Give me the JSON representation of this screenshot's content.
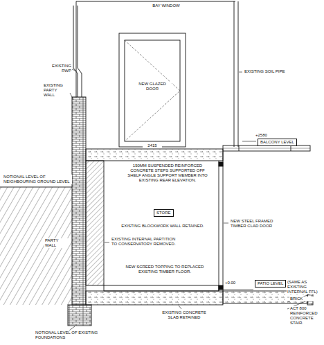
{
  "diagram": {
    "nodes": [
      {
        "text": [
          "BALCONY LEVEL"
        ]
      },
      {
        "text": [
          "STORE"
        ]
      },
      {
        "text": [
          "PATIO LEVEL"
        ]
      }
    ],
    "labels": [
      "BAY WINDOW",
      "EXISTING RWP",
      "EXISTING PARTY WALL",
      "NEW GLAZED DOOR",
      "EXISTING SOIL PIPE",
      "+2580",
      "2415",
      "NOTIONAL LEVEL OF NEIGHBOURING GROUND LEVEL",
      "150MM SUSPENDED REINFORCED CONCRETE STEPS SUPPORTED OFF SHELF ANGLE SUPPORT MEMBER INTO EXISTING REAR ELEVATION.",
      "EXISTING BLOCKWORK WALL RETAINED.",
      "EXISTING INTERNAL PARTITION TO CONSERVATORY REMOVED.",
      "PARTY WALL",
      "NEW STEEL FRAMED TIMBER CLAD DOOR",
      "NEW SCREED TOPPING TO REPLACED EXISTING TIMBER FLOOR.",
      "+0.00",
      "(SAME AS EXISTING INTERNAL FFL)",
      "BRICK",
      "ACT 800 REINFORCED CONCRETE STAIR.",
      "EXISTING CONCRETE SLAB RETAINED",
      "NOTIONAL LEVEL OF EXISTING FOUNDATIONS"
    ]
  }
}
